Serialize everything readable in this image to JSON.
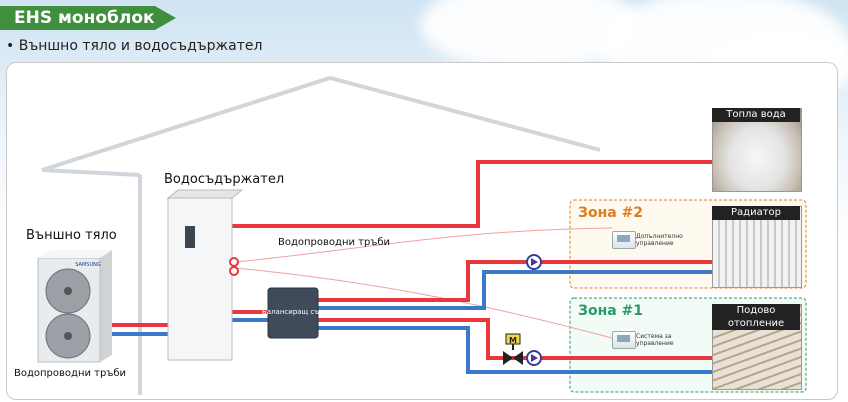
{
  "header": {
    "title": "EHS моноблок",
    "subtitle": "• Външно тяло и водосъдържател"
  },
  "diagram": {
    "outdoor_unit_label": "Външно тяло",
    "outdoor_unit_brand": "SAMSUNG",
    "tank_label": "Водосъдържател",
    "pipes_label_top": "Водопроводни тръби",
    "pipes_label_bottom": "Водопроводни тръби",
    "buffer_label": "Балансиращ съд",
    "zone2_title": "Зона #2",
    "zone1_title": "Зона #1",
    "zone2_controller_label": "Допълнително управление",
    "zone1_controller_label": "Система за управление",
    "valve_label": "M",
    "outputs": {
      "hot_water": "Топла вода",
      "radiator": "Радиатор",
      "floor_heating": "Подово отопление"
    }
  },
  "colors": {
    "hot_pipe": "#e8383d",
    "cold_pipe": "#3a78c9",
    "zone2_accent": "#e07b1a",
    "zone1_accent": "#2a9a6a",
    "title_tab": "#3f8f3f",
    "pump": "#3b3b9a"
  }
}
